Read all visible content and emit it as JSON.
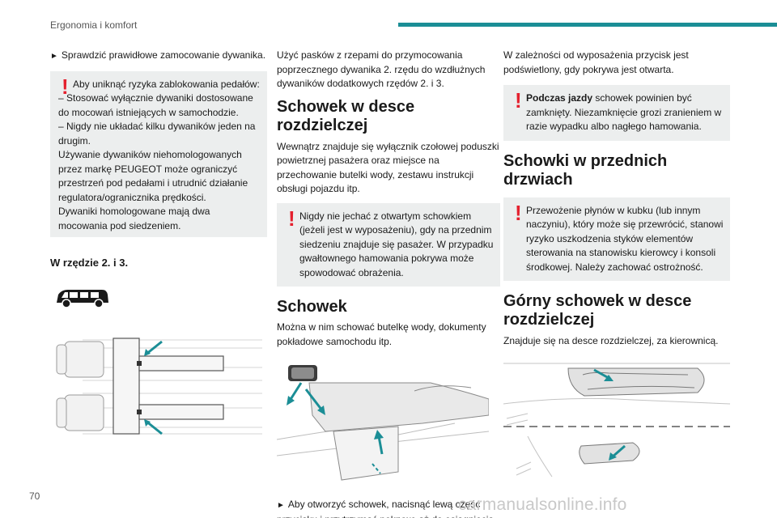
{
  "header": {
    "title": "Ergonomia i komfort"
  },
  "page_number": "70",
  "watermark": "carmanualsonline.info",
  "col1": {
    "step1": "Sprawdzić prawidłowe zamocowanie dywanika.",
    "warn1": {
      "lead": "Aby uniknąć ryzyka zablokowania pedałów:",
      "line1": "– Stosować wyłącznie dywaniki dostosowane do mocowań istniejących w samochodzie.",
      "line2": "– Nigdy nie układać kilku dywaników jeden na drugim.",
      "line3": "Używanie dywaników niehomologowanych przez markę PEUGEOT może ograniczyć przestrzeń pod pedałami i utrudnić działanie regulatora/ogranicznika prędkości.",
      "line4": "Dywaniki homologowane mają dwa mocowania pod siedzeniem."
    },
    "subheading": "W rzędzie 2. i 3."
  },
  "col2": {
    "intro": "Użyć pasków z rzepami do przymocowania poprzecznego dywanika 2. rzędu do wzdłużnych dywaników dodatkowych rzędów 2. i 3.",
    "h_dashboard": "Schowek w desce rozdzielczej",
    "dashboard_text": "Wewnątrz znajduje się wyłącznik czołowej poduszki powietrznej pasażera oraz miejsce na przechowanie butelki wody, zestawu instrukcji obsługi pojazdu itp.",
    "warn": "Nigdy nie jechać z otwartym schowkiem (jeżeli jest w wyposażeniu), gdy na przednim siedzeniu znajduje się pasażer. W przypadku gwałtownego hamowania pokrywa może spowodować obrażenia.",
    "h_glovebox": "Schowek",
    "glovebox_text": "Można w nim schować butelkę wody, dokumenty pokładowe samochodu itp.",
    "step_open": "Aby otworzyć schowek, nacisnąć lewą część przycisku i przytrzymać pokrywę aż do osiągnięcia końcowego położenia."
  },
  "col3": {
    "intro": "W zależności od wyposażenia przycisk jest podświetlony, gdy pokrywa jest otwarta.",
    "warn1_bold": "Podczas jazdy",
    "warn1_rest": " schowek powinien być zamknięty. Niezamknięcie grozi zranieniem w razie wypadku albo nagłego hamowania.",
    "h_doors": "Schowki w przednich drzwiach",
    "warn2": "Przewożenie płynów w kubku (lub innym naczyniu), który może się przewrócić, stanowi ryzyko uszkodzenia styków elementów sterowania na stanowisku kierowcy i konsoli środkowej. Należy zachować ostrożność.",
    "h_upper": "Górny schowek w desce rozdzielczej",
    "upper_text": "Znajduje się na desce rozdzielczej, za kierownicą."
  },
  "icons": {
    "step_arrow": "triangle-right-icon",
    "warning": "exclamation-icon",
    "vehicle": "van-icon"
  },
  "colors": {
    "accent": "#1b8e96",
    "warning": "#e4202e",
    "callout_bg": "#eceeee",
    "pointer_arrow": "#1b8e96"
  }
}
